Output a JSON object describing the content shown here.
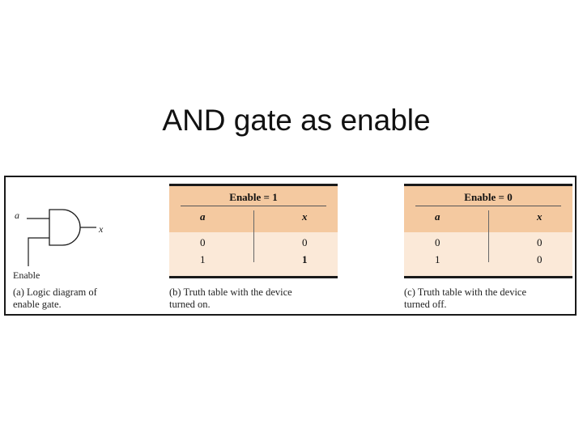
{
  "slide": {
    "title": "AND gate as enable"
  },
  "diagram": {
    "input_a": "a",
    "output_x": "x",
    "enable_label": "Enable",
    "caption_line1": "(a)  Logic diagram of",
    "caption_line2": "enable gate."
  },
  "table_on": {
    "enable_header": "Enable = 1",
    "col_a": "a",
    "col_x": "x",
    "rows": [
      {
        "a": "0",
        "x": "0"
      },
      {
        "a": "1",
        "x": "1"
      }
    ],
    "caption_line1": "(b)  Truth table with the device",
    "caption_line2": "turned on."
  },
  "table_off": {
    "enable_header": "Enable = 0",
    "col_a": "a",
    "col_x": "x",
    "rows": [
      {
        "a": "0",
        "x": "0"
      },
      {
        "a": "1",
        "x": "0"
      }
    ],
    "caption_line1": "(c)  Truth table with the device",
    "caption_line2": "turned off."
  },
  "colors": {
    "header_fill": "#f4c9a0",
    "body_fill": "#fbe9d8",
    "rule": "#1a1a1a"
  }
}
